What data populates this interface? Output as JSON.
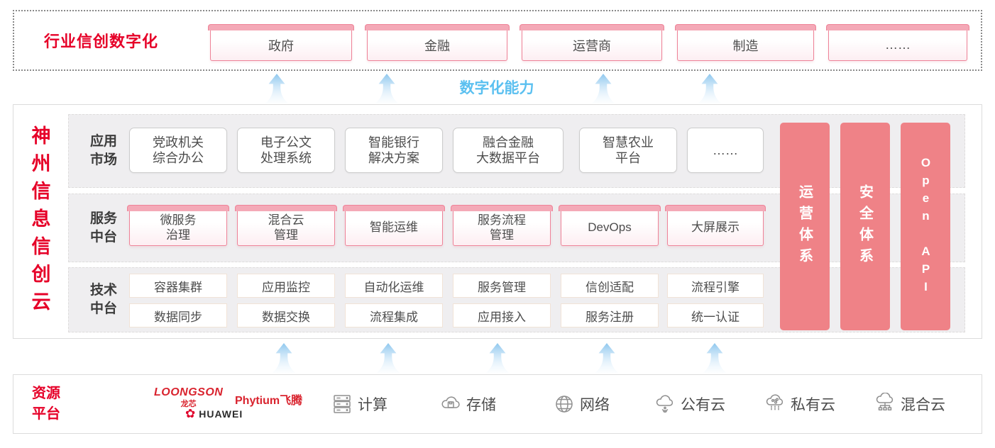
{
  "colors": {
    "accent_red": "#e60028",
    "bar_pink": "#ef8287",
    "capability_blue": "#5bc0f0"
  },
  "top": {
    "label": "行业信创数字化",
    "industries": [
      "政府",
      "金融",
      "运营商",
      "制造",
      "……"
    ]
  },
  "capability": {
    "label": "数字化能力"
  },
  "platform": {
    "title": "神州信息信创云",
    "rows": [
      {
        "label": "应用\n市场",
        "items": [
          "党政机关\n综合办公",
          "电子公文\n处理系统",
          "智能银行\n解决方案",
          "融合金融\n大数据平台",
          "智慧农业\n平台",
          "……"
        ]
      },
      {
        "label": "服务\n中台",
        "items": [
          "微服务\n治理",
          "混合云\n管理",
          "智能运维",
          "服务流程\n管理",
          "DevOps",
          "大屏展示"
        ]
      },
      {
        "label": "技术\n中台",
        "items_row1": [
          "容器集群",
          "应用监控",
          "自动化运维",
          "服务管理",
          "信创适配",
          "流程引擎"
        ],
        "items_row2": [
          "数据同步",
          "数据交换",
          "流程集成",
          "应用接入",
          "服务注册",
          "统一认证"
        ]
      }
    ],
    "sidebars": [
      "运营体系",
      "安全体系",
      "Open API"
    ]
  },
  "resources": {
    "label": "资源\n平台",
    "vendors": {
      "loongson": "LOONGSON",
      "loongson_sub": "龙芯",
      "phytium": "Phytium飞腾",
      "huawei": "HUAWEI",
      "huawei_flower": "✿"
    },
    "items": [
      {
        "icon": "compute-server-icon",
        "label": "计算"
      },
      {
        "icon": "storage-cloud-icon",
        "label": "存储"
      },
      {
        "icon": "network-globe-icon",
        "label": "网络"
      },
      {
        "icon": "public-cloud-icon",
        "label": "公有云"
      },
      {
        "icon": "private-cloud-icon",
        "label": "私有云"
      },
      {
        "icon": "hybrid-cloud-icon",
        "label": "混合云"
      }
    ]
  }
}
